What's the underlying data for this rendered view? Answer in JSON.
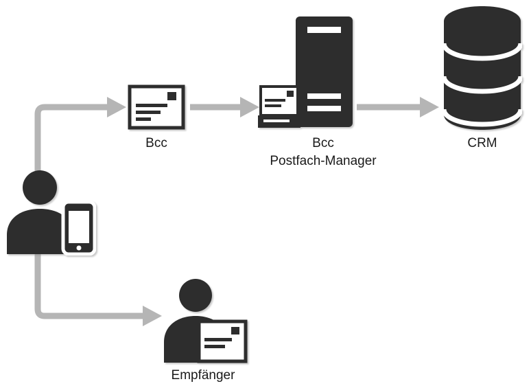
{
  "diagram": {
    "type": "flow-diagram",
    "colors": {
      "icon": "#2d2d2d",
      "arrow": "#b5b5b5",
      "text": "#1a1a1a",
      "background": "#ffffff"
    },
    "nodes": {
      "sender": {
        "icon": "person-with-phone-icon",
        "label": ""
      },
      "bcc_mail": {
        "icon": "envelope-icon",
        "label": "Bcc"
      },
      "manager": {
        "icon": "server-with-mail-icon",
        "label_line1": "Bcc",
        "label_line2": "Postfach-Manager"
      },
      "crm": {
        "icon": "database-icon",
        "label": "CRM"
      },
      "recipient": {
        "icon": "person-with-envelope-icon",
        "label": "Empfänger"
      }
    },
    "edges": [
      {
        "from": "sender",
        "to": "bcc_mail",
        "direction": "up-right"
      },
      {
        "from": "bcc_mail",
        "to": "manager",
        "direction": "right"
      },
      {
        "from": "manager",
        "to": "crm",
        "direction": "right"
      },
      {
        "from": "sender",
        "to": "recipient",
        "direction": "down-right"
      }
    ]
  }
}
